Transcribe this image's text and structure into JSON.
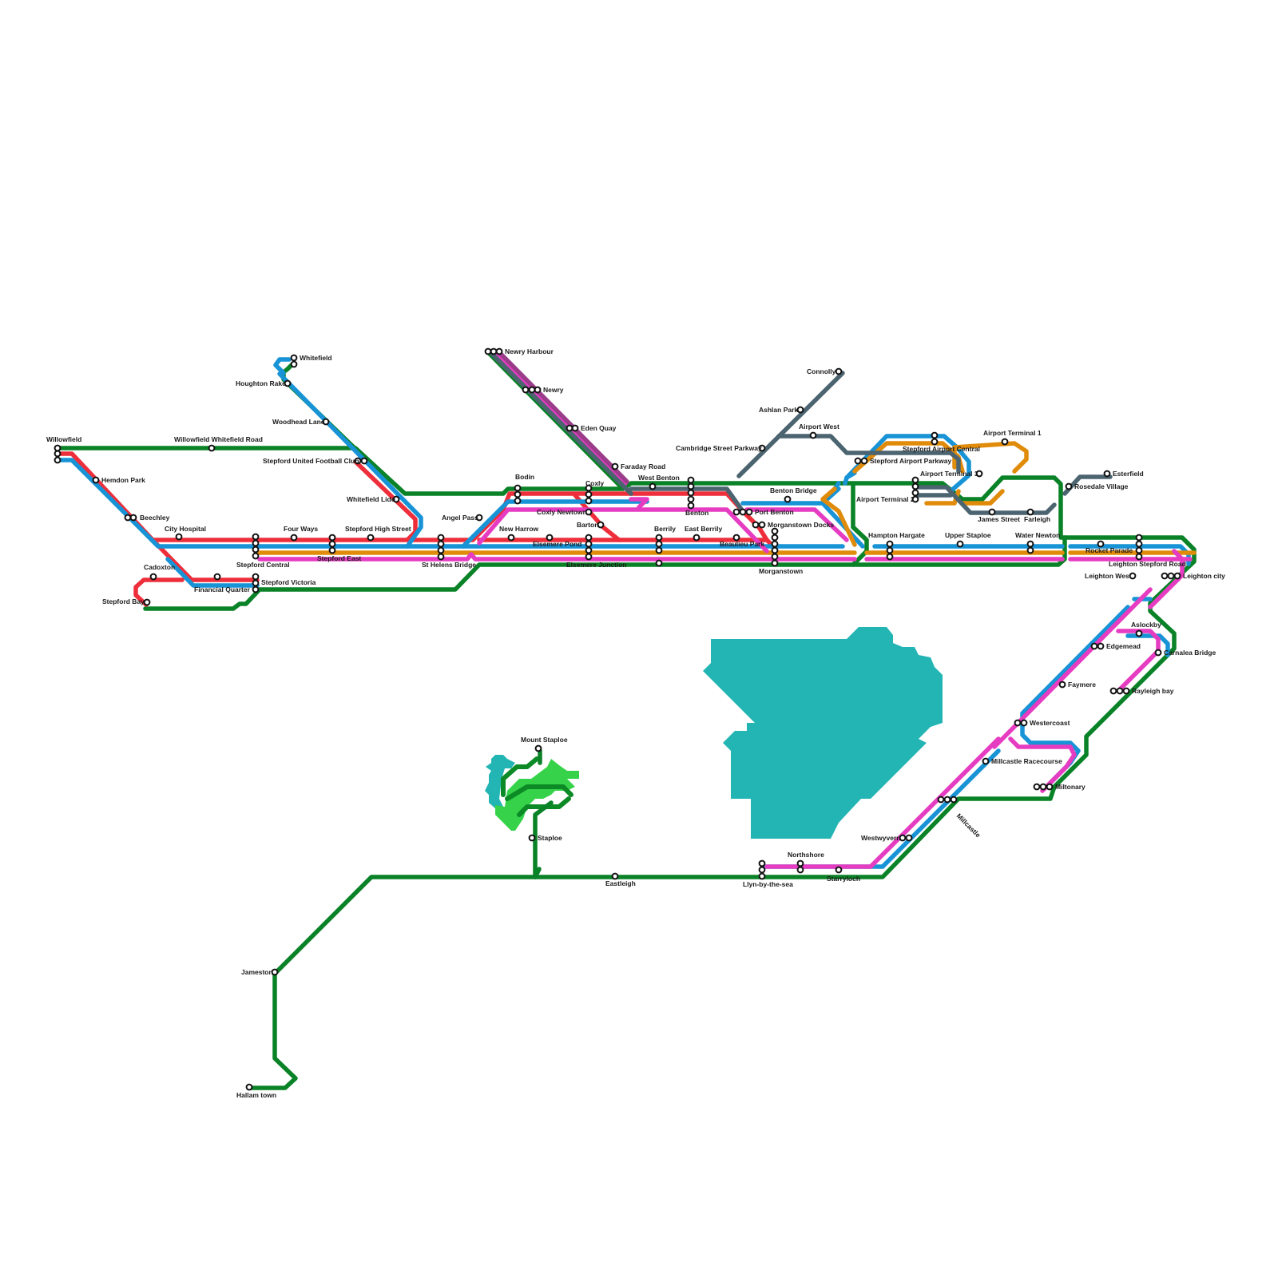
{
  "colors": {
    "green": "#0a8227",
    "red": "#ee2e3a",
    "blue": "#1793d6",
    "orange": "#e08b0a",
    "pink": "#e63cc2",
    "slate": "#4b6470",
    "purple": "#9a3c8a",
    "water": "#22b5b4",
    "park_light": "#36d34a",
    "park_dark": "#0c8a25"
  },
  "stations": {
    "willowfield": "Willowfield",
    "willowfield_whitefield_road": "Willowfield Whitefield Road",
    "hemdon_park": "Hemdon Park",
    "beechley": "Beechley",
    "city_hospital": "City Hospital",
    "cadoxton": "Cadoxton",
    "stepford_bay": "Stepford Bay",
    "financial_quarter": "Financial Quarter",
    "stepford_central": "Stepford Central",
    "stepford_victoria": "Stepford Victoria",
    "four_ways": "Four Ways",
    "stepford_east": "Stepford East",
    "stepford_high_street": "Stepford High Street",
    "whitefield": "Whitefield",
    "houghton_rake": "Houghton Rake",
    "woodhead_lane": "Woodhead Lane",
    "stepford_united_fc": "Stepford United Football Club",
    "whitefield_lido": "Whitefield Lido",
    "st_helens_bridge": "St Helens Bridge",
    "angel_pass": "Angel Pass",
    "newry_harbour": "Newry Harbour",
    "newry": "Newry",
    "eden_quay": "Eden Quay",
    "faraday_road": "Faraday Road",
    "bodin": "Bodin",
    "coxly": "Coxly",
    "coxly_newtown": "Coxly Newtown",
    "new_harrow": "New Harrow",
    "elsemere_pond": "Elsemere Pond",
    "barton": "Barton",
    "elsemere_junction": "Elsemere Junction",
    "west_benton": "West Benton",
    "benton": "Benton",
    "berrily": "Berrily",
    "east_berrily": "East Berrily",
    "beaulieu_park": "Beaulieu Park",
    "port_benton": "Port Benton",
    "morganstown_docks": "Morganstown Docks",
    "morganstown": "Morganstown",
    "benton_bridge": "Benton Bridge",
    "connolly": "Connolly",
    "ashlan_park": "Ashlan Park",
    "cambridge_street_parkway": "Cambridge Street Parkway",
    "airport_west": "Airport West",
    "stepford_airport_central": "Stepford Airport Central",
    "stepford_airport_parkway": "Stepford Airport Parkway",
    "airport_terminal_1": "Airport Terminal 1",
    "airport_terminal_2": "Airport Terminal 2",
    "airport_terminal_3": "Airport Terminal 3",
    "james_street": "James Street",
    "farleigh": "Farleigh",
    "esterfield": "Esterfield",
    "rosedale_village": "Rosedale Village",
    "hampton_hargate": "Hampton Hargate",
    "upper_staploe": "Upper Staploe",
    "water_newton": "Water Newton",
    "rocket_parade": "Rocket Parade",
    "leighton_stepford_road": "Leighton Stepford Road",
    "leighton_west": "Leighton West",
    "leighton_city": "Leighton city",
    "aslockby": "Aslockby",
    "edgemead": "Edgemead",
    "carnalea_bridge": "Carnalea Bridge",
    "faymere": "Faymere",
    "rayleigh_bay": "Rayleigh bay",
    "westercoast": "Westercoast",
    "millcastle_racecourse": "Millcastle Racecourse",
    "millcastle": "Millcastle",
    "miltonary": "Miltonary",
    "westwyvern": "Westwyvern",
    "northshore": "Northshore",
    "starryloch": "Starryloch",
    "llyn_by_the_sea": "Llyn-by-the-sea",
    "eastleigh": "Eastleigh",
    "mount_staploe": "Mount Staploe",
    "staploe": "Staploe",
    "jameston": "Jameston",
    "hallam_town": "Hallam town"
  }
}
